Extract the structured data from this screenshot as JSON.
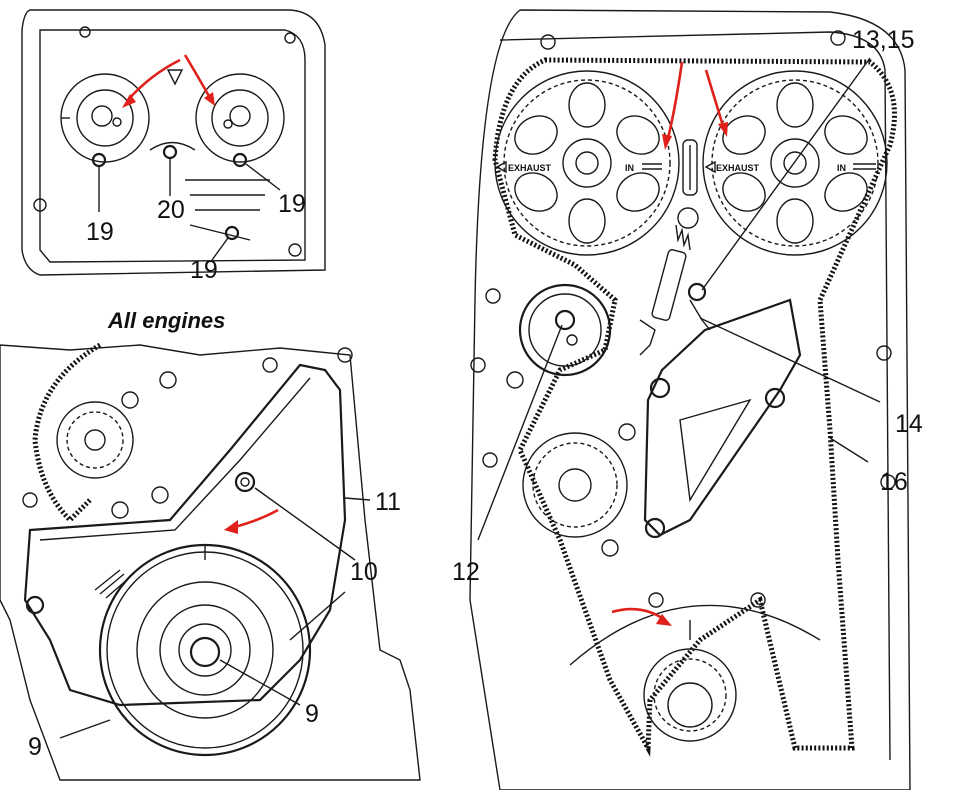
{
  "labels": {
    "caption": "All engines",
    "n19a": "19",
    "n20": "20",
    "n19b": "19",
    "n19c": "19",
    "n11": "11",
    "n10": "10",
    "n9a": "9",
    "n9b": "9",
    "n1315": "13,15",
    "n14": "14",
    "n16": "16",
    "n12": "12",
    "exhaust1": "EXHAUST",
    "in1": "IN",
    "exhaust2": "EXHAUST",
    "in2": "IN"
  },
  "colors": {
    "ink": "#1a1a1a",
    "marker": "#e0201a"
  }
}
